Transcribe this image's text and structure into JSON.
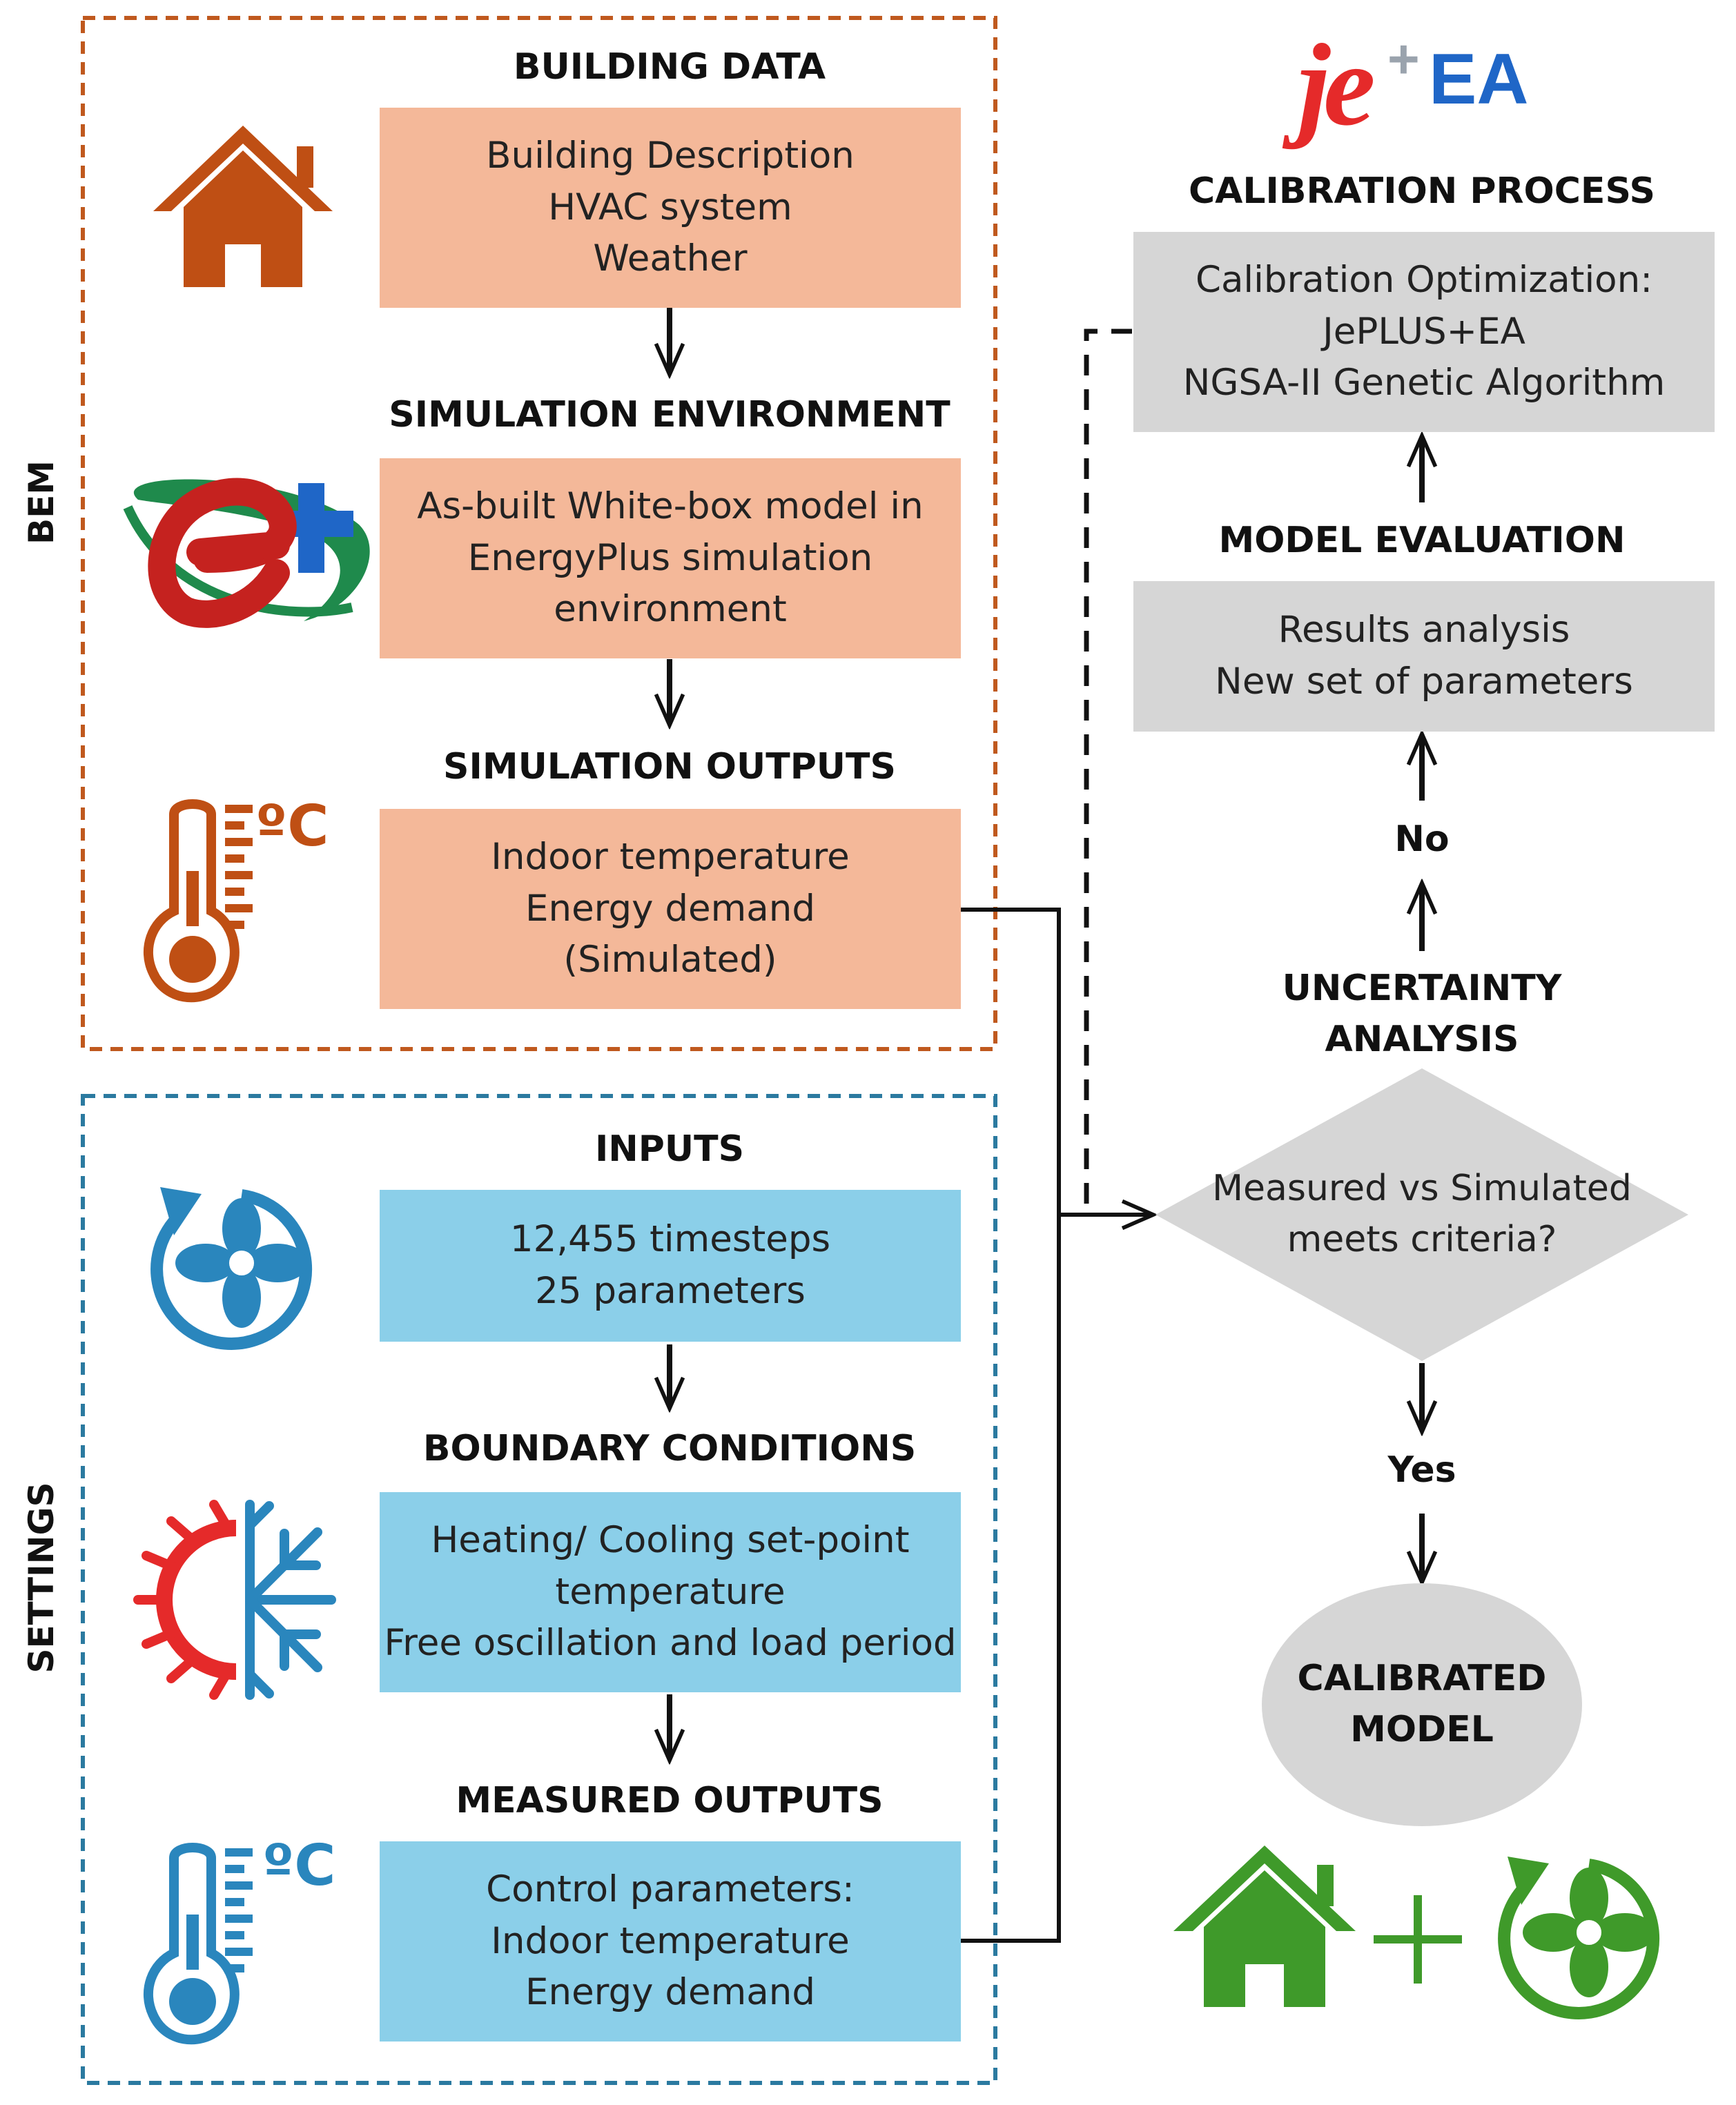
{
  "bem": {
    "side_label": "BEM",
    "building_data": {
      "header": "BUILDING DATA",
      "lines": [
        "Building Description",
        "HVAC system",
        "Weather"
      ]
    },
    "simulation_environment": {
      "header": "SIMULATION ENVIRONMENT",
      "lines": [
        "As-built White-box model in",
        "EnergyPlus simulation",
        "environment"
      ]
    },
    "simulation_outputs": {
      "header": "SIMULATION OUTPUTS",
      "lines": [
        "Indoor temperature",
        "Energy demand",
        "(Simulated)"
      ],
      "unit_symbol": "ºC"
    }
  },
  "settings": {
    "side_label": "SETTINGS",
    "inputs": {
      "header": "INPUTS",
      "lines": [
        "12,455 timesteps",
        "25 parameters"
      ]
    },
    "boundary_conditions": {
      "header": "BOUNDARY CONDITIONS",
      "lines": [
        "Heating/ Cooling set-point",
        "temperature",
        "Free oscillation and load period"
      ]
    },
    "measured_outputs": {
      "header": "MEASURED OUTPUTS",
      "lines": [
        "Control parameters:",
        "Indoor temperature",
        "Energy demand"
      ],
      "unit_symbol": "ºC"
    }
  },
  "calibration": {
    "logo_text": {
      "je": "je",
      "plus": "+",
      "ea": "EA"
    },
    "process": {
      "header": "CALIBRATION PROCESS",
      "lines": [
        "Calibration Optimization:",
        "JePLUS+EA",
        "NGSA-II Genetic Algorithm"
      ]
    },
    "evaluation": {
      "header": "MODEL EVALUATION",
      "lines": [
        "Results analysis",
        "New set of parameters"
      ]
    },
    "no_label": "No",
    "uncertainty": {
      "header_lines": [
        "UNCERTAINTY",
        "ANALYSIS"
      ]
    },
    "decision": {
      "lines": [
        "Measured vs Simulated",
        "meets criteria?"
      ]
    },
    "yes_label": "Yes",
    "calibrated": {
      "lines": [
        "CALIBRATED",
        "MODEL"
      ]
    }
  },
  "colors": {
    "bem_border": "#c0591e",
    "settings_border": "#2b7aa0",
    "orange_box": "#f4b899",
    "blue_box": "#8bcfe9",
    "grey_box": "#d6d6d6",
    "house_orange": "#bf4f14",
    "icon_blue": "#2a86bd",
    "green": "#3f9a2a",
    "red": "#e52a2a"
  },
  "icons": [
    "house-icon",
    "energyplus-logo-icon",
    "thermometer-icon",
    "fan-icon",
    "heating-cooling-icon",
    "jeplus-ea-logo-icon",
    "green-house-icon",
    "green-plus-icon",
    "green-fan-icon"
  ]
}
